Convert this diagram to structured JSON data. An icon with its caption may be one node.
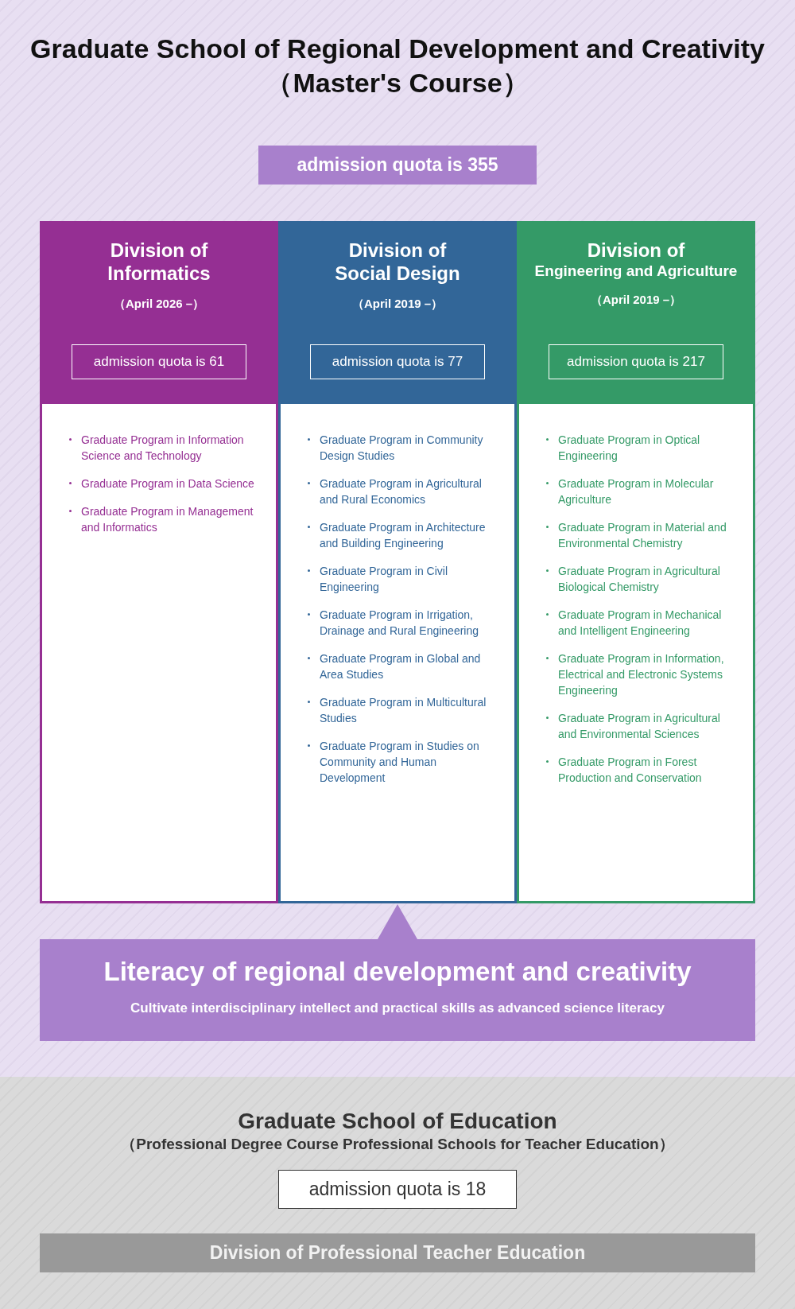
{
  "diagram": {
    "title": "Graduate School of Regional Development and Creativity （Master's Course）",
    "nodes": [
      {
        "text": [
          "admission quota is 355"
        ]
      },
      {
        "text": [
          "Division of Informatics",
          "（April 2026 –）"
        ]
      },
      {
        "text": [
          "admission quota is 61"
        ],
        "in": 1
      },
      {
        "text": [
          "Graduate Program in Information Science and Technology",
          "Graduate Program in Data Science",
          "Graduate Program in Management and Informatics"
        ],
        "in": 1
      },
      {
        "text": [
          "Division of Social Design",
          "（April 2019 –）"
        ]
      },
      {
        "text": [
          "admission quota is 77"
        ],
        "in": 4
      },
      {
        "text": [
          "Graduate Program in Community Design Studies",
          "Graduate Program in Agricultural and Rural Economics",
          "Graduate Program in Architecture and Building Engineering",
          "Graduate Program in Civil Engineering",
          "Graduate Program in Irrigation, Drainage and Rural Engineering",
          "Graduate Program in Global and Area Studies",
          "Graduate Program in Multicultural Studies",
          "Graduate Program in Studies on Community and Human Development"
        ],
        "in": 4
      },
      {
        "text": [
          "Division of",
          "Engineering and Agriculture",
          "（April 2019 –）"
        ]
      },
      {
        "text": [
          "admission quota is 217"
        ],
        "in": 7
      },
      {
        "text": [
          "Graduate Program in Optical Engineering",
          "Graduate Program in Molecular Agriculture",
          "Graduate Program in Material and Environmental Chemistry",
          "Graduate Program in Agricultural Biological Chemistry",
          "Graduate Program in Mechanical and Intelligent Engineering",
          "Graduate Program in Information, Electrical and Electronic Systems Engineering",
          "Graduate Program in Agricultural and Environmental Sciences",
          "Graduate Program in Forest Production and Conservation"
        ],
        "in": 7
      },
      {
        "text": [
          "Literacy of regional development and creativity",
          "Cultivate interdisciplinary intellect and practical skills as advanced science literacy"
        ]
      },
      {
        "text": [
          "Graduate School of Education",
          "（Professional Degree Course Professional Schools for Teacher Education）"
        ]
      },
      {
        "text": [
          "admission quota is 18"
        ],
        "in": 11
      },
      {
        "text": [
          "Division of Professional Teacher Education"
        ],
        "in": 11
      }
    ]
  }
}
